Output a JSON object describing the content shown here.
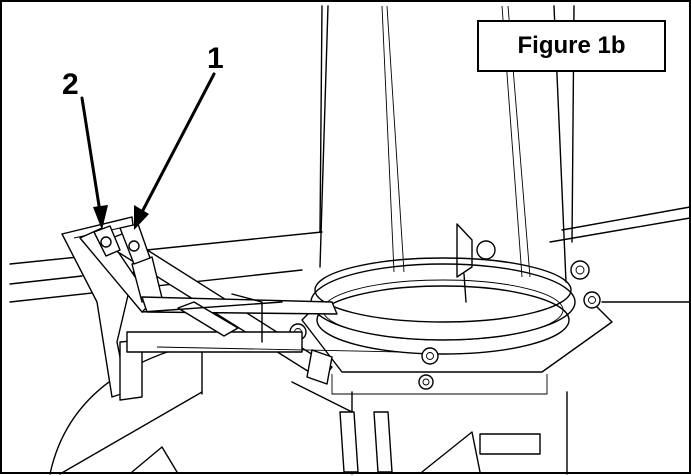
{
  "figure": {
    "caption": "Figure 1b",
    "callouts": [
      {
        "id": "2",
        "label": "2"
      },
      {
        "id": "1",
        "label": "1"
      }
    ]
  },
  "colors": {
    "line": "#000000",
    "background": "#ffffff"
  }
}
